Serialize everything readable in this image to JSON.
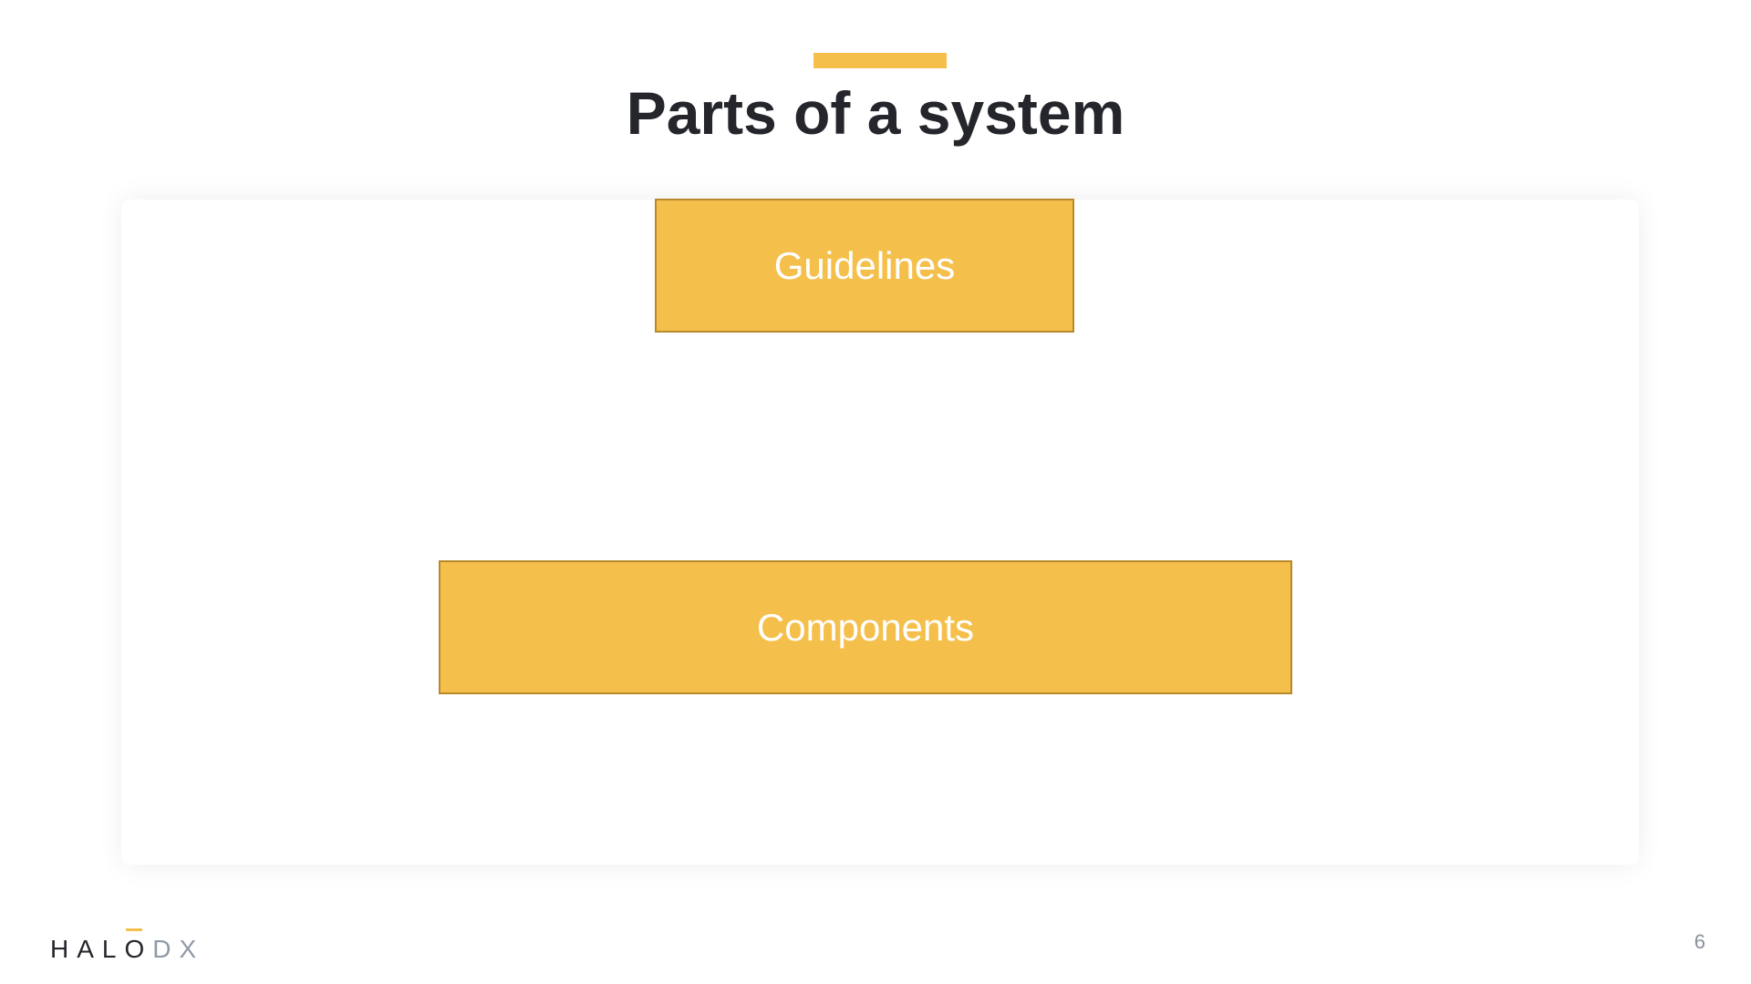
{
  "slide": {
    "title": "Parts of a system",
    "page_number": "6",
    "accent_color": "#F5BF4C",
    "title_color": "#24262c"
  },
  "diagram": {
    "guidelines_label": "Guidelines",
    "components_label": "Components",
    "box_fill_color": "#F5BF4C",
    "box_border_color": "#B8892B"
  },
  "logo": {
    "brand_main": "HALO",
    "brand_suffix": "DX",
    "brand_main_color": "#24262c",
    "brand_suffix_color": "#8f9aa6"
  }
}
